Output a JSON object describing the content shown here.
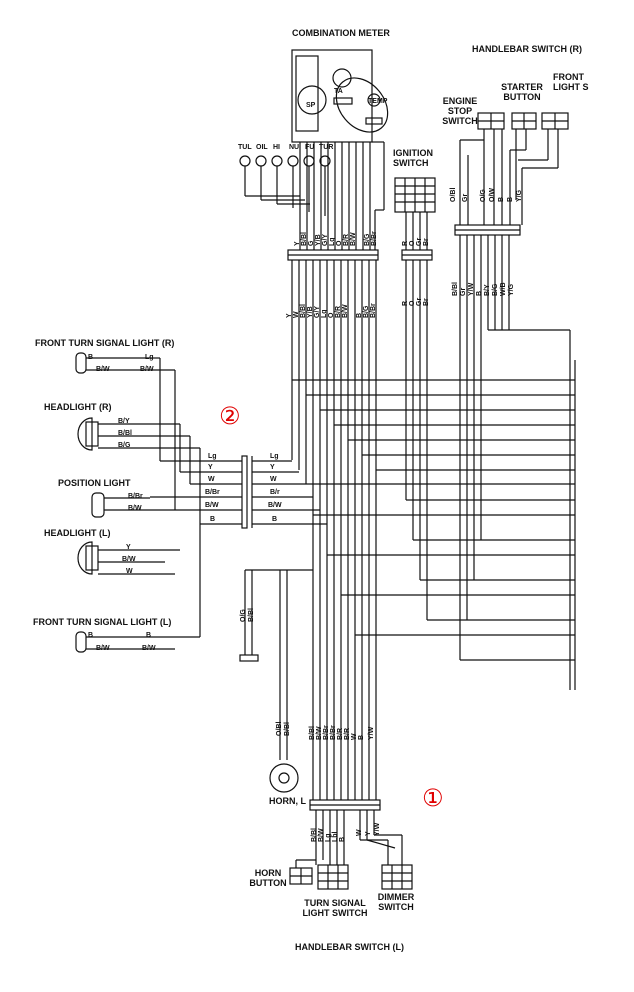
{
  "components": {
    "combination_meter": "COMBINATION METER",
    "handlebar_switch_r": "HANDLEBAR SWITCH (R)",
    "engine_stop_switch": [
      "ENGINE",
      "STOP",
      "SWITCH"
    ],
    "starter_button": [
      "STARTER",
      "BUTTON"
    ],
    "front_light_switch": [
      "FRONT",
      "LIGHT S"
    ],
    "ignition_switch": [
      "IGNITION",
      "SWITCH"
    ],
    "front_turn_signal_r": "FRONT TURN SIGNAL LIGHT (R)",
    "headlight_r": "HEADLIGHT (R)",
    "position_light": "POSITION LIGHT",
    "headlight_l": "HEADLIGHT (L)",
    "front_turn_signal_l": "FRONT TURN SIGNAL LIGHT (L)",
    "horn_l": "HORN, L",
    "horn_button": [
      "HORN",
      "BUTTON"
    ],
    "turn_signal_light_switch": [
      "TURN SIGNAL",
      "LIGHT SWITCH"
    ],
    "dimmer_switch": [
      "DIMMER",
      "SWITCH"
    ],
    "handlebar_switch_l": "HANDLEBAR SWITCH (L)"
  },
  "meter_labels": {
    "sp": "SP",
    "ta": "TA",
    "temp": "TEMP",
    "indicators": [
      "TUL",
      "OIL",
      "HI",
      "NU",
      "FU",
      "TUR"
    ]
  },
  "markers": {
    "one": "①",
    "two": "②"
  },
  "wires": {
    "meter_top": [
      "Y",
      "B/Bl",
      "G",
      "Y/B",
      "G/Y",
      "Lg",
      "O",
      "B/R",
      "B/W",
      "B/G",
      "B/Br"
    ],
    "meter_bottom": [
      "Y",
      "W",
      "B/Bl",
      "Y/B",
      "G/Y",
      "Lg",
      "O",
      "B/R",
      "B/W",
      "B",
      "B/G",
      "B/Br"
    ],
    "ignition_top": [
      "R",
      "O",
      "Gr",
      "Br"
    ],
    "ignition_bottom": [
      "R",
      "O",
      "Gr",
      "Br"
    ],
    "right_top": [
      "O/Bl",
      "Gr",
      "O/G",
      "O/W",
      "B",
      "B",
      "Y/G"
    ],
    "right_bottom": [
      "B/Bl",
      "Gr",
      "Y/W",
      "B",
      "B/Y",
      "B/G",
      "W/B",
      "Y/G"
    ],
    "ftr": [
      "B",
      "Lg",
      "B/W",
      "B/W"
    ],
    "head_r": [
      "B/Y",
      "B/Bl",
      "B/G"
    ],
    "position": [
      "B/Br",
      "B/W"
    ],
    "head_l": [
      "Y",
      "B/W",
      "W"
    ],
    "ftl": [
      "B",
      "B",
      "B/W",
      "B/W"
    ],
    "connector2_left": [
      "Lg",
      "Y",
      "W",
      "B/Br",
      "B/W",
      "B"
    ],
    "connector2_right": [
      "Lg",
      "Y",
      "W",
      "B/r",
      "B/W",
      "B"
    ],
    "mid_vertical": [
      "O/G",
      "B/Bl"
    ],
    "horn_wires": [
      "O/Bl",
      "B/Bl"
    ],
    "lower_top": [
      "B/Bl",
      "B/W",
      "B/Br",
      "B/Br",
      "B/R",
      "B/R",
      "W",
      "B",
      "Y/W"
    ],
    "lower_bottom": [
      "B/Bl",
      "B/W",
      "Lg",
      "Lbl",
      "B",
      "W",
      "Y",
      "Y/W"
    ]
  }
}
